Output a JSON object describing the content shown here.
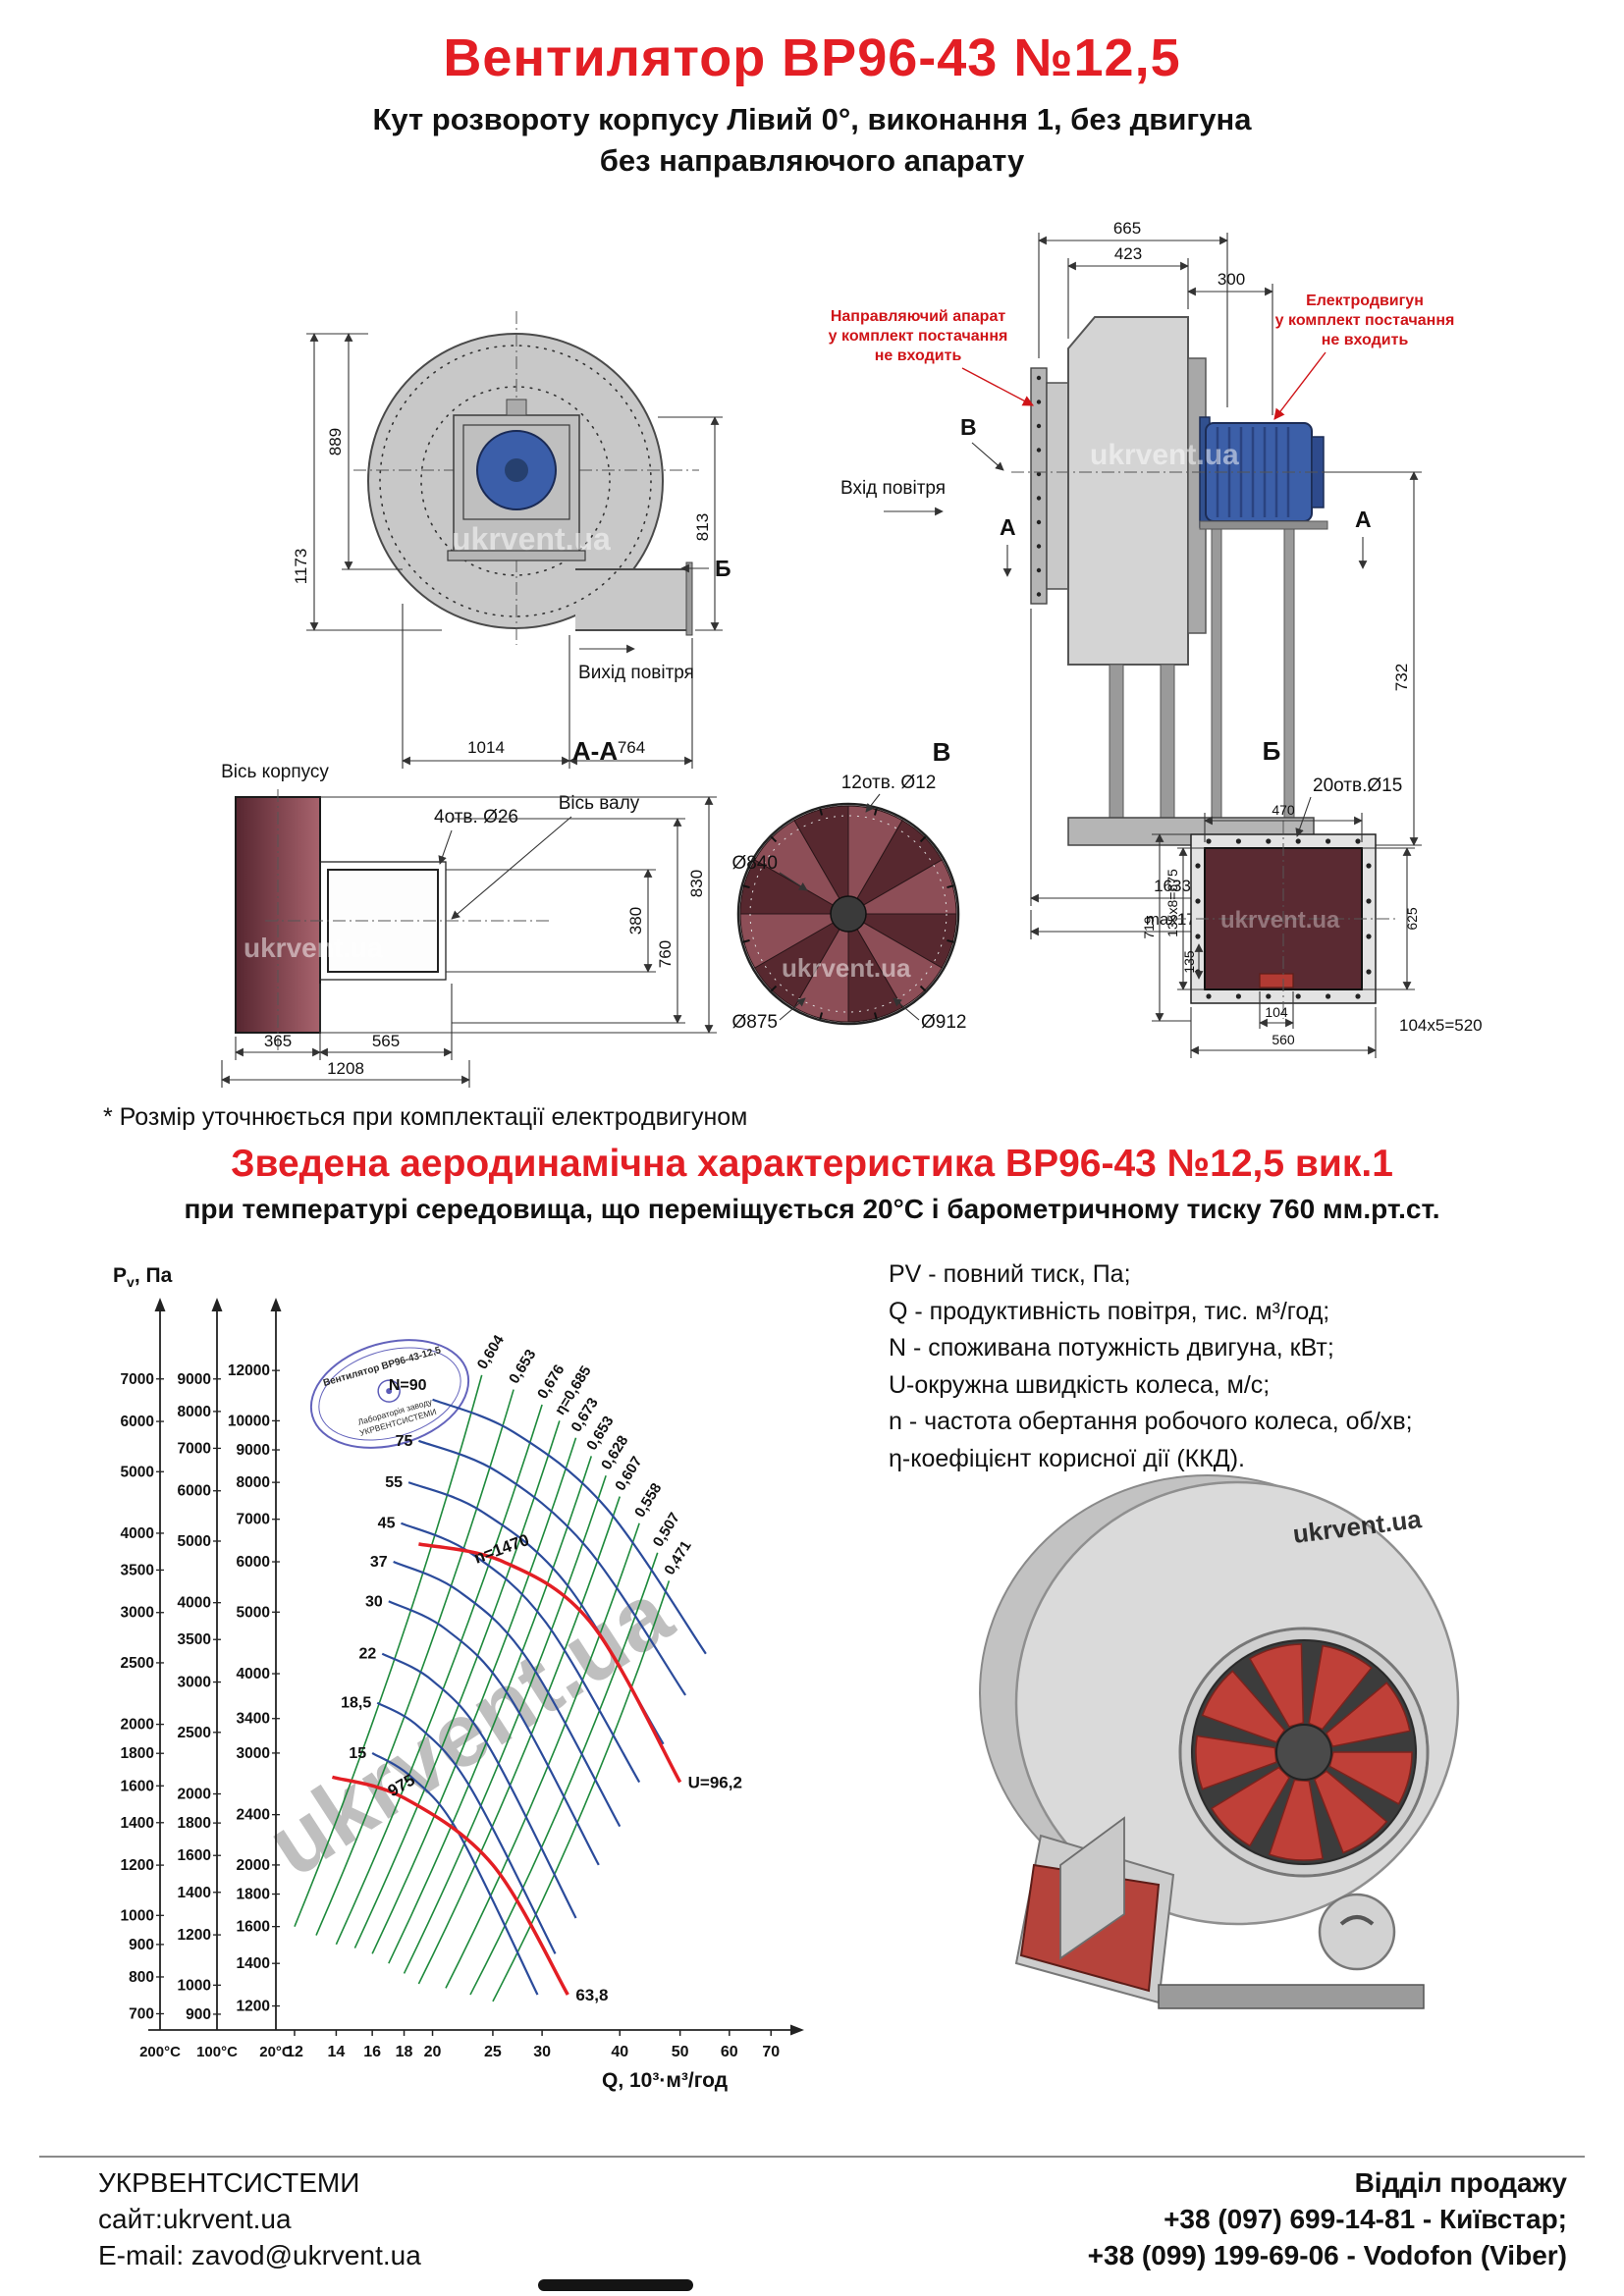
{
  "page": {
    "title": "Вентилятор  ВР96-43 №12,5",
    "subtitle1": "Кут розвороту корпусу Лівий 0°, виконання 1, без двигуна",
    "subtitle2": "без направляючого апарату",
    "footnote": "* Розмір уточнюється при комплектації електродвигуном",
    "watermark": "ukrvent.ua"
  },
  "drawings": {
    "left_view": {
      "dim_889": "889",
      "dim_1173": "1173",
      "dim_813": "813",
      "dim_1014": "1014",
      "dim_764": "764",
      "outlet_label": "Вихід повітря",
      "view_marker": "Б"
    },
    "right_view": {
      "dim_665": "665",
      "dim_423": "423",
      "dim_300": "300",
      "dim_732": "732",
      "dim_1633": "1633",
      "dim_max": "max1779*",
      "inlet_label": "Вхід повітря",
      "marker_v": "В",
      "marker_a": "А",
      "note_left": [
        "Направляючий апарат",
        "у комплект постачання",
        "не входить"
      ],
      "note_right": [
        "Електродвигун",
        "у комплект постачання",
        "не входить"
      ]
    },
    "section_aa": {
      "title": "А-А",
      "label_housing_axis": "Вісь корпусу",
      "label_holes": "4отв. Ø26",
      "label_shaft_axis": "Вісь валу",
      "dim_380": "380",
      "dim_760": "760",
      "dim_830": "830",
      "dim_365": "365",
      "dim_565": "565",
      "dim_1208": "1208"
    },
    "view_v": {
      "title": "В",
      "label_holes": "12отв. Ø12",
      "dim_840": "Ø840",
      "dim_875": "Ø875",
      "dim_912": "Ø912"
    },
    "view_b": {
      "title": "Б",
      "label_holes": "20отв.Ø15",
      "dim_470": "470",
      "dim_719": "719",
      "dim_675": "135х8=675",
      "dim_135": "135",
      "dim_625": "625",
      "dim_104": "104",
      "dim_520": "104х5=520",
      "dim_560": "560"
    }
  },
  "chart_section": {
    "title": "Зведена аеродинамічна характеристика ВР96-43 №12,5 вик.1",
    "subtitle": "при температурі середовища, що переміщується 20°С і барометричному тиску 760 мм.рт.ст."
  },
  "legend": {
    "lines": [
      "PV - повний тиск, Па;",
      "Q - продуктивність повітря, тис. м³/год;",
      "N - споживана потужність двигуна, кВт;",
      "U-окружна швидкість колеса, м/с;",
      "n - частота обертання робочого колеса, об/хв;",
      "η-коефіцієнт корисної дії (ККД)."
    ]
  },
  "chart_data": {
    "type": "line",
    "title": "Зведена аеродинамічна характеристика ВР96-43 №12,5 вик.1",
    "xlabel": "Q, 10³·м³/год",
    "ylabel": "Pv, Па",
    "x_scale": "log",
    "y_scale": "log",
    "x_ticks": [
      12,
      14,
      16,
      18,
      20,
      25,
      30,
      40,
      50,
      60,
      70
    ],
    "x_range": [
      11.2,
      78
    ],
    "y_range_20C": [
      1100,
      12800
    ],
    "y_axes": [
      {
        "temp": "200°C",
        "ticks": [
          700,
          800,
          900,
          1000,
          1200,
          1400,
          1600,
          1800,
          2000,
          2500,
          3000,
          3500,
          4000,
          5000,
          6000,
          7000
        ],
        "range": [
          660,
          7700
        ]
      },
      {
        "temp": "100°C",
        "ticks": [
          900,
          1000,
          1200,
          1400,
          1600,
          1800,
          2000,
          2500,
          3000,
          3500,
          4000,
          5000,
          6000,
          7000,
          8000,
          9000
        ],
        "range": [
          850,
          9900
        ]
      },
      {
        "temp": "20°C",
        "ticks": [
          1200,
          1400,
          1600,
          1800,
          2000,
          2400,
          3000,
          3400,
          4000,
          5000,
          6000,
          7000,
          8000,
          9000,
          10000,
          12000
        ],
        "range": [
          1100,
          12800
        ]
      }
    ],
    "power_curves_kW": [
      {
        "label": "N=90",
        "points": [
          [
            20,
            10800
          ],
          [
            27,
            9600
          ],
          [
            38,
            7300
          ],
          [
            55,
            4300
          ]
        ]
      },
      {
        "label": "75",
        "points": [
          [
            19,
            9300
          ],
          [
            25.5,
            8300
          ],
          [
            35.5,
            6300
          ],
          [
            51,
            3700
          ]
        ]
      },
      {
        "label": "55",
        "points": [
          [
            18.3,
            8000
          ],
          [
            24,
            7200
          ],
          [
            33,
            5500
          ],
          [
            47,
            3100
          ]
        ]
      },
      {
        "label": "45",
        "points": [
          [
            17.8,
            6900
          ],
          [
            23,
            6200
          ],
          [
            30.5,
            4800
          ],
          [
            43,
            2700
          ]
        ]
      },
      {
        "label": "37",
        "points": [
          [
            17.3,
            6000
          ],
          [
            22,
            5400
          ],
          [
            28.5,
            4200
          ],
          [
            40,
            2300
          ]
        ]
      },
      {
        "label": "30",
        "points": [
          [
            17,
            5200
          ],
          [
            21,
            4700
          ],
          [
            26.5,
            3700
          ],
          [
            37,
            2000
          ]
        ]
      },
      {
        "label": "22",
        "points": [
          [
            16.6,
            4300
          ],
          [
            20,
            3900
          ],
          [
            24.5,
            3100
          ],
          [
            34,
            1650
          ]
        ]
      },
      {
        "label": "18,5",
        "points": [
          [
            16.3,
            3600
          ],
          [
            19,
            3300
          ],
          [
            23,
            2650
          ],
          [
            31.5,
            1450
          ]
        ]
      },
      {
        "label": "15",
        "points": [
          [
            16,
            3000
          ],
          [
            18.5,
            2750
          ],
          [
            22,
            2250
          ],
          [
            29.5,
            1250
          ]
        ]
      }
    ],
    "efficiency_lines": [
      {
        "label": "0,604",
        "from": [
          12,
          1600
        ],
        "to": [
          24,
          11800
        ]
      },
      {
        "label": "0,653",
        "from": [
          13,
          1550
        ],
        "to": [
          27,
          11200
        ]
      },
      {
        "label": "0,676",
        "from": [
          14,
          1500
        ],
        "to": [
          30,
          10600
        ]
      },
      {
        "label": "η=0,685",
        "from": [
          15,
          1480
        ],
        "to": [
          32,
          10000
        ]
      },
      {
        "label": "0,673",
        "from": [
          16,
          1450
        ],
        "to": [
          34,
          9400
        ]
      },
      {
        "label": "0,653",
        "from": [
          17,
          1400
        ],
        "to": [
          36,
          8800
        ]
      },
      {
        "label": "0,628",
        "from": [
          18,
          1350
        ],
        "to": [
          38,
          8200
        ]
      },
      {
        "label": "0,607",
        "from": [
          19,
          1300
        ],
        "to": [
          40,
          7600
        ]
      },
      {
        "label": "0,558",
        "from": [
          21,
          1280
        ],
        "to": [
          43,
          6900
        ]
      },
      {
        "label": "0,507",
        "from": [
          23,
          1250
        ],
        "to": [
          46,
          6200
        ]
      },
      {
        "label": "0,471",
        "from": [
          25,
          1220
        ],
        "to": [
          48,
          5600
        ]
      }
    ],
    "speed_curves": [
      {
        "label": "n=1470",
        "end_label": "U=96,2",
        "points": [
          [
            19,
            6400
          ],
          [
            26,
            6000
          ],
          [
            36,
            4800
          ],
          [
            50,
            2700
          ]
        ]
      },
      {
        "label": "975",
        "end_label": "63,8",
        "points": [
          [
            13.8,
            2750
          ],
          [
            18,
            2550
          ],
          [
            25,
            2000
          ],
          [
            33,
            1250
          ]
        ]
      }
    ],
    "stamp": [
      "Вентилятор ВР96-43-12,5",
      "Лабораторія заводу",
      "УКРВЕНТСИСТЕМИ"
    ]
  },
  "footer": {
    "company": "УКРВЕНТСИСТЕМИ",
    "site": "сайт:ukrvent.ua",
    "email": "E-mail: zavod@ukrvent.ua",
    "sales_title": "Відділ продажу",
    "phone1": "+38 (097) 699-14-81 - Київстар;",
    "phone2": "+38 (099) 199-69-06 - Vodofon (Viber)"
  }
}
